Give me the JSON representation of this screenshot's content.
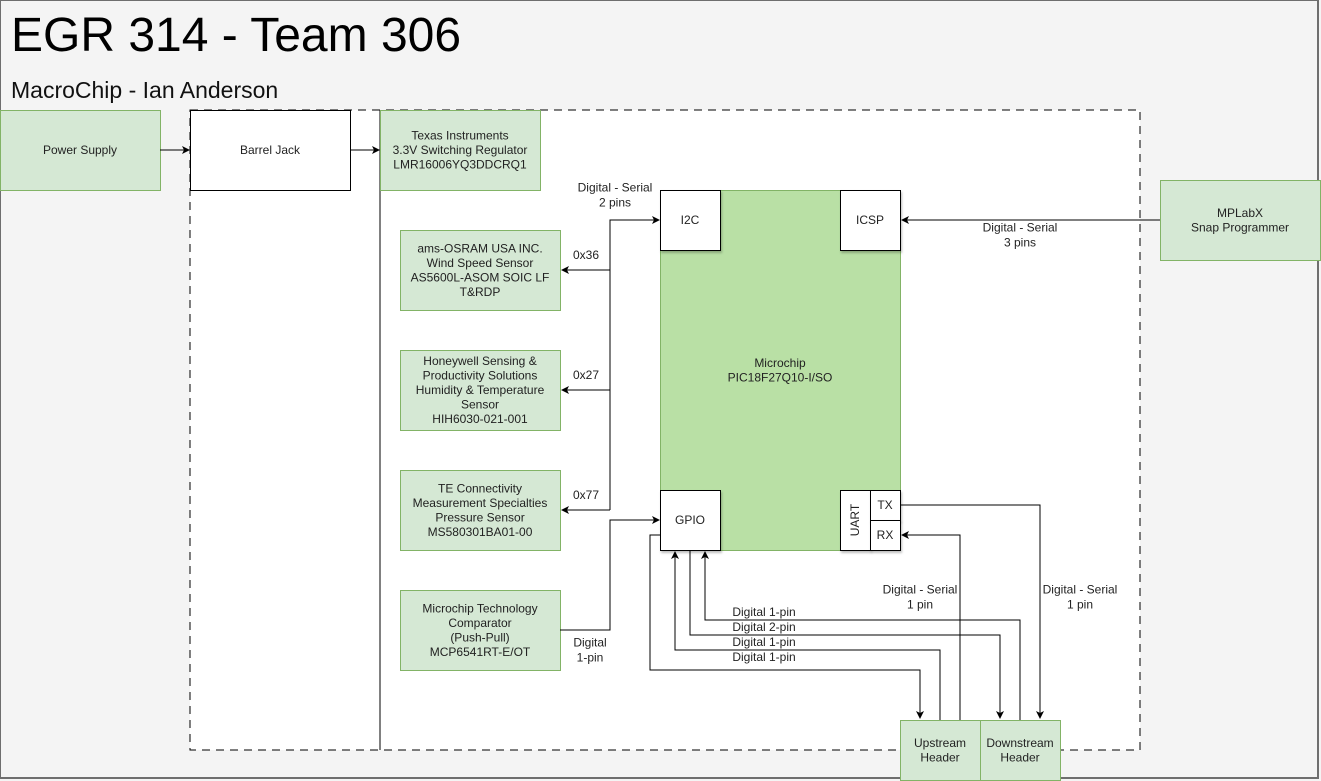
{
  "header": {
    "title": "EGR 314 - Team 306",
    "subtitle": "MacroChip - Ian Anderson"
  },
  "colors": {
    "green_fill": "#d5e8d4",
    "green_stroke": "#82b366",
    "mcu_fill": "#b9e0a5",
    "background": "#f4f4f4",
    "board_fill": "#ffffff",
    "line": "#000000"
  },
  "nodes": {
    "power_supply": [
      "Power Supply"
    ],
    "barrel_jack": [
      "Barrel Jack"
    ],
    "regulator": [
      "Texas Instruments",
      "3.3V Switching Regulator",
      "LMR16006YQ3DDCRQ1"
    ],
    "wind_sensor": [
      "ams-OSRAM USA INC.",
      "Wind Speed Sensor",
      "AS5600L-ASOM SOIC LF",
      "T&RDP"
    ],
    "humidity_sensor": [
      "Honeywell Sensing &",
      "Productivity Solutions",
      "Humidity & Temperature",
      "Sensor",
      "HIH6030-021-001"
    ],
    "pressure_sensor": [
      "TE Connectivity",
      "Measurement Specialties",
      "Pressure Sensor",
      "MS580301BA01-00"
    ],
    "comparator": [
      "Microchip Technology",
      "Comparator",
      "(Push-Pull)",
      "MCP6541RT-E/OT"
    ],
    "mcu": [
      "Microchip",
      "PIC18F27Q10-I/SO"
    ],
    "i2c": [
      "I2C"
    ],
    "icsp": [
      "ICSP"
    ],
    "gpio": [
      "GPIO"
    ],
    "uart": [
      "UART"
    ],
    "tx": [
      "TX"
    ],
    "rx": [
      "RX"
    ],
    "programmer": [
      "MPLabX",
      "Snap Programmer"
    ],
    "upstream_header": [
      "Upstream",
      "Header"
    ],
    "downstream_header": [
      "Downstream",
      "Header"
    ]
  },
  "edge_labels": {
    "i2c_bus": [
      "Digital - Serial",
      "2 pins"
    ],
    "addr_wind": [
      "0x36"
    ],
    "addr_humidity": [
      "0x27"
    ],
    "addr_pressure": [
      "0x77"
    ],
    "icsp_link": [
      "Digital - Serial",
      "3 pins"
    ],
    "comparator_link": [
      "Digital",
      "1-pin"
    ],
    "gpio_1": [
      "Digital 1-pin"
    ],
    "gpio_2": [
      "Digital 2-pin"
    ],
    "gpio_3": [
      "Digital 1-pin"
    ],
    "gpio_4": [
      "Digital 1-pin"
    ],
    "rx_link": [
      "Digital - Serial",
      "1 pin"
    ],
    "tx_link": [
      "Digital - Serial",
      "1 pin"
    ]
  }
}
